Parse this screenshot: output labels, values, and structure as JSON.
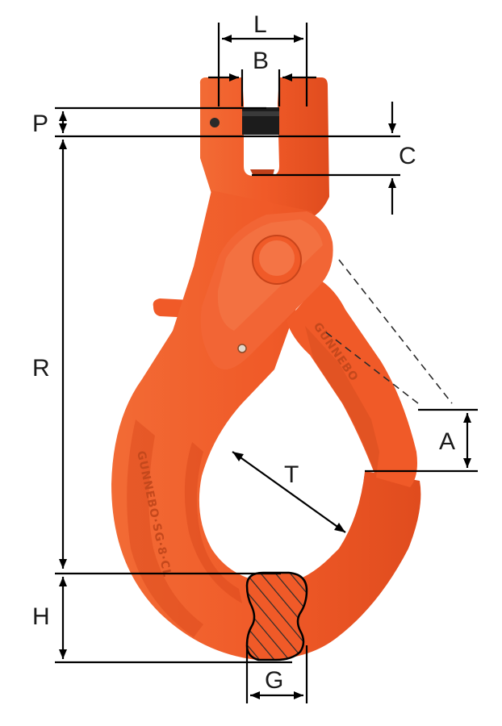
{
  "diagram": {
    "labels": {
      "L": "L",
      "B": "B",
      "P": "P",
      "C": "C",
      "R": "R",
      "A": "A",
      "T": "T",
      "H": "H",
      "G": "G"
    },
    "colors": {
      "hook_body": "#f05a28",
      "hook_shade": "#d2461a",
      "hook_highlight": "#f7885e",
      "pin": "#1c1c1c",
      "dimension_line": "#000000"
    }
  }
}
